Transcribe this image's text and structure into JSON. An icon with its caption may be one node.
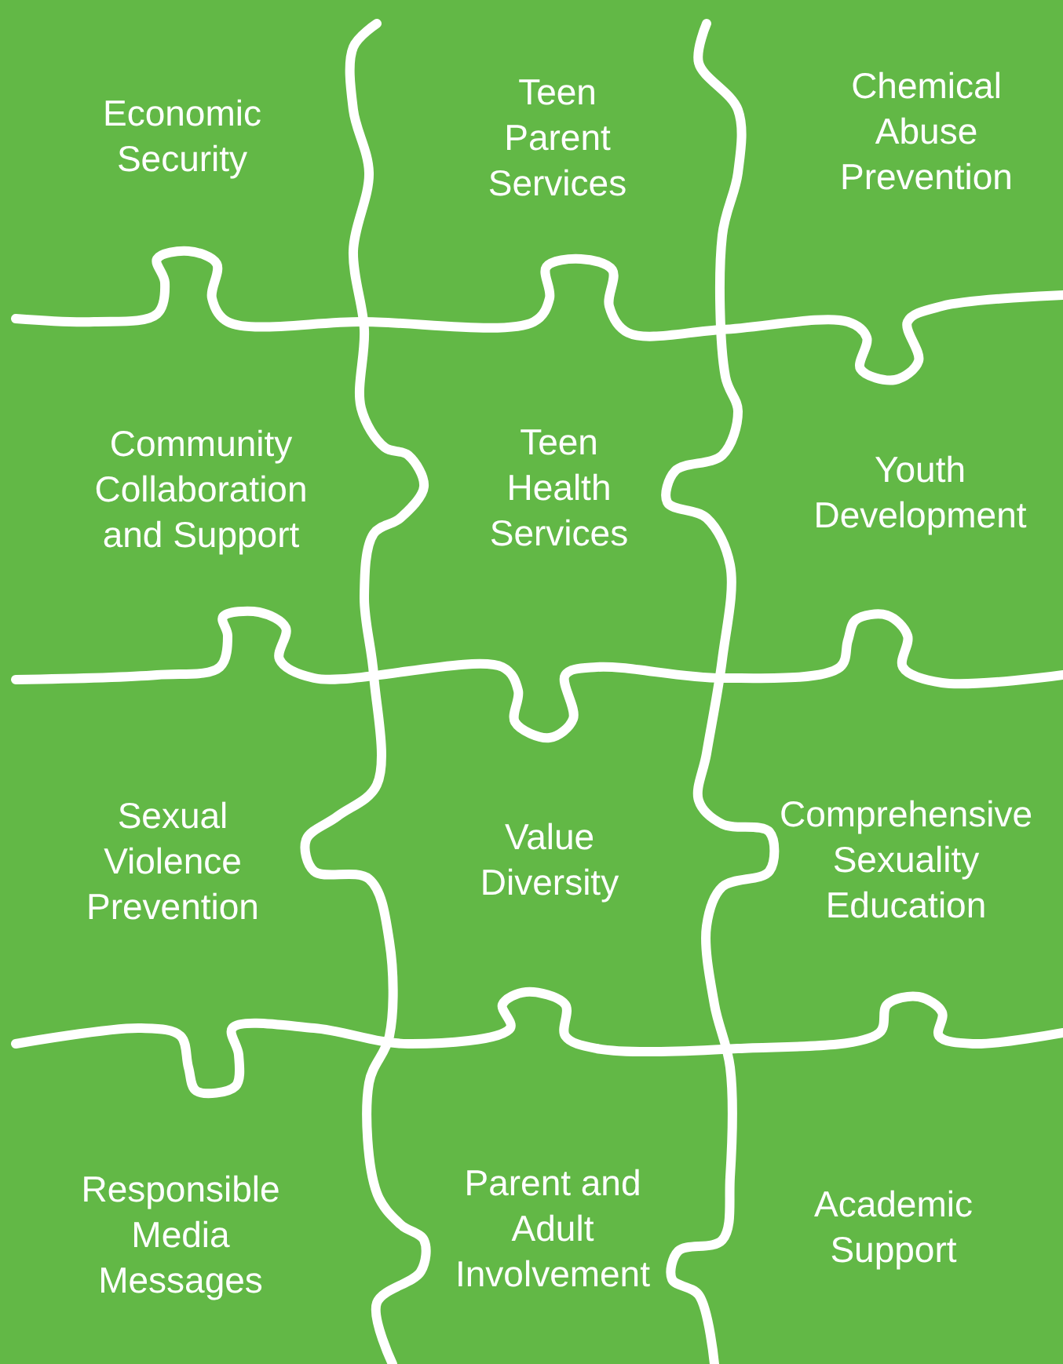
{
  "diagram": {
    "nodes": [
      {
        "text": [
          "Economic Security"
        ]
      },
      {
        "text": [
          "Teen Parent Services"
        ]
      },
      {
        "text": [
          "Chemical Abuse Prevention"
        ]
      },
      {
        "text": [
          "Community Collaboration and Support"
        ]
      },
      {
        "text": [
          "Teen Health Services"
        ]
      },
      {
        "text": [
          "Youth Development"
        ]
      },
      {
        "text": [
          "Sexual Violence Prevention"
        ]
      },
      {
        "text": [
          "Value Diversity"
        ]
      },
      {
        "text": [
          "Comprehensive Sexuality Education"
        ]
      },
      {
        "text": [
          "Responsible Media Messages"
        ]
      },
      {
        "text": [
          "Parent and Adult Involvement"
        ]
      },
      {
        "text": [
          "Academic Support"
        ]
      }
    ]
  }
}
